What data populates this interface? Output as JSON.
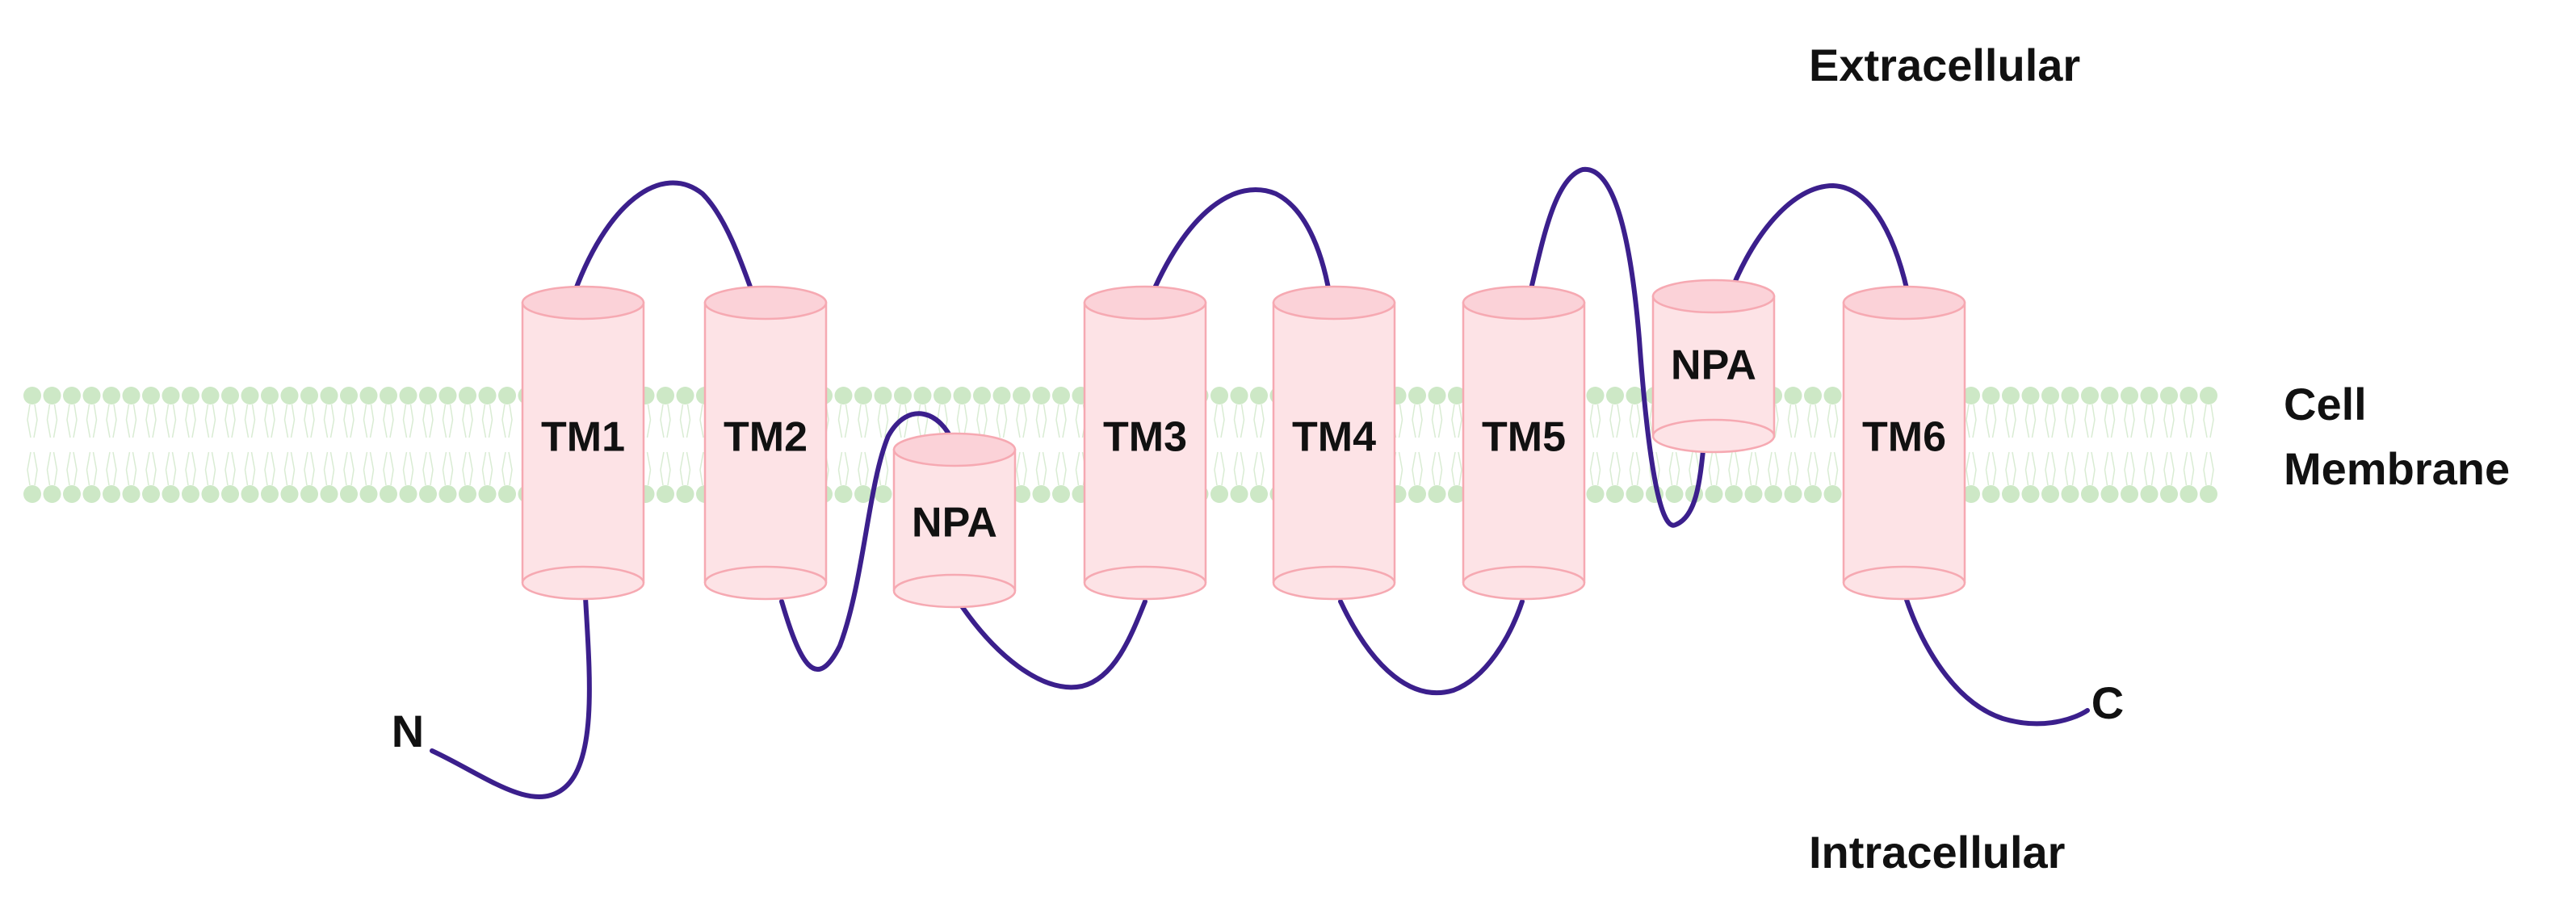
{
  "regions": {
    "extracellular": "Extracellular",
    "intracellular": "Intracellular",
    "membrane_line1": "Cell",
    "membrane_line2": "Membrane"
  },
  "terminals": {
    "n": "N",
    "c": "C"
  },
  "segments": [
    {
      "id": "tm1",
      "label": "TM1",
      "kind": "transmembrane"
    },
    {
      "id": "tm2",
      "label": "TM2",
      "kind": "transmembrane"
    },
    {
      "id": "npa1",
      "label": "NPA",
      "kind": "half-helix"
    },
    {
      "id": "tm3",
      "label": "TM3",
      "kind": "transmembrane"
    },
    {
      "id": "tm4",
      "label": "TM4",
      "kind": "transmembrane"
    },
    {
      "id": "tm5",
      "label": "TM5",
      "kind": "transmembrane"
    },
    {
      "id": "npa2",
      "label": "NPA",
      "kind": "half-helix"
    },
    {
      "id": "tm6",
      "label": "TM6",
      "kind": "transmembrane"
    }
  ],
  "colors": {
    "loop": "#3b1f8c",
    "helix_fill": "#fde3e6",
    "helix_stroke": "#f6a9b2",
    "membrane_heads": "#cde8c6"
  }
}
